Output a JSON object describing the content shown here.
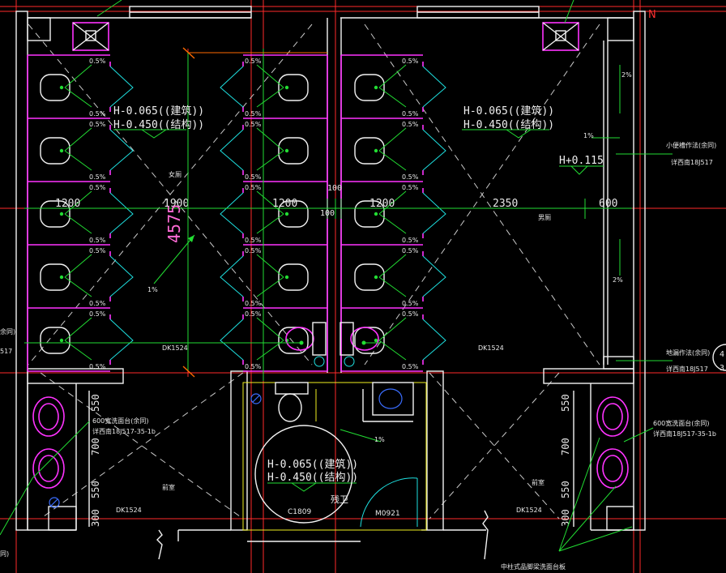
{
  "slope_labels": {
    "stall": "0.5%",
    "floor_main": "1%",
    "floor_right_a": "2%",
    "floor_right_b": "2%",
    "floor_right_c": "1%",
    "accessible": "1%"
  },
  "elevations": {
    "women_arch": "H-0.065((建筑))",
    "women_struct": "H-0.450((结构))",
    "men_arch": "H-0.065((建筑))",
    "men_struct": "H-0.450((结构))",
    "men_urinal": "H+0.115",
    "acc_arch": "H-0.065((建筑))",
    "acc_struct": "H-0.450((结构))"
  },
  "dimensions": {
    "h_1": "1200",
    "h_2": "1900",
    "h_3": "1200",
    "h_4": "100",
    "h_5": "100",
    "h_6": "1200",
    "h_7": "2350",
    "h_8": "600",
    "v_big": "4575",
    "v_left_550a": "550",
    "v_left_700": "700",
    "v_left_550b": "550",
    "v_left_300": "300",
    "v_right_550a": "550",
    "v_right_700": "700",
    "v_right_550b": "550",
    "v_right_300": "300"
  },
  "room_labels": {
    "women": "女厕",
    "men": "男厕",
    "front_left": "前室",
    "front_right": "前室",
    "accessible": "残卫"
  },
  "door_tags": {
    "dk_left": "DK1524",
    "dk_right": "DK1524",
    "dk_front_left": "DK1524",
    "dk_front_right": "DK1524",
    "c1809": "C1809",
    "m0921": "M0921"
  },
  "notes": {
    "basin_left_1": "600宽洗面台(余同)",
    "basin_left_2": "详西南18J517-35-1b",
    "basin_right_1": "600宽洗面台(余同)",
    "basin_right_2": "详西南18J517-35-1b",
    "urinal_1": "小便槽作法(余同)",
    "urinal_2": "详西南18J517",
    "floor_1": "地漏作法(余同)",
    "floor_2": "详西南18J517",
    "edge_left_1": "余同)",
    "edge_left_2": "517",
    "edge_bottom_left": "同)",
    "bottom_right": "中柱式品脚梁洗面台板",
    "axis_n": "N"
  },
  "colors": {
    "background": "#000000",
    "partition": "#ff33ff",
    "wall": "#f2f2f2",
    "door_swing": "#1ee0e0",
    "leader": "#22dd33",
    "axis": "#ff2a2a",
    "fixture": "#f0f020"
  }
}
